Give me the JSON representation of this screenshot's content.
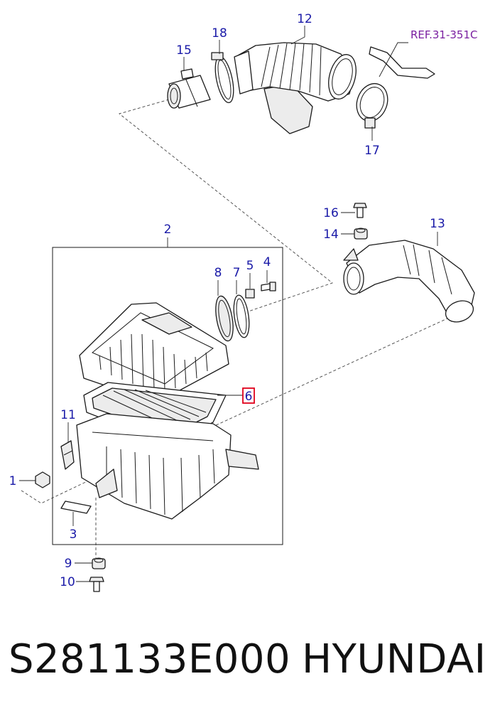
{
  "diagram": {
    "callouts": [
      "1",
      "2",
      "3",
      "4",
      "5",
      "6",
      "7",
      "8",
      "9",
      "10",
      "11",
      "12",
      "13",
      "14",
      "15",
      "16",
      "17",
      "18"
    ],
    "highlighted_callout": "6",
    "reference": "REF.31-351C",
    "highlight_color": "#e0001b",
    "callout_color": "#1a1aa8",
    "reference_color": "#7a1fa0"
  },
  "caption": {
    "part_number": "S281133E000",
    "brand": "HYUNDAI"
  }
}
